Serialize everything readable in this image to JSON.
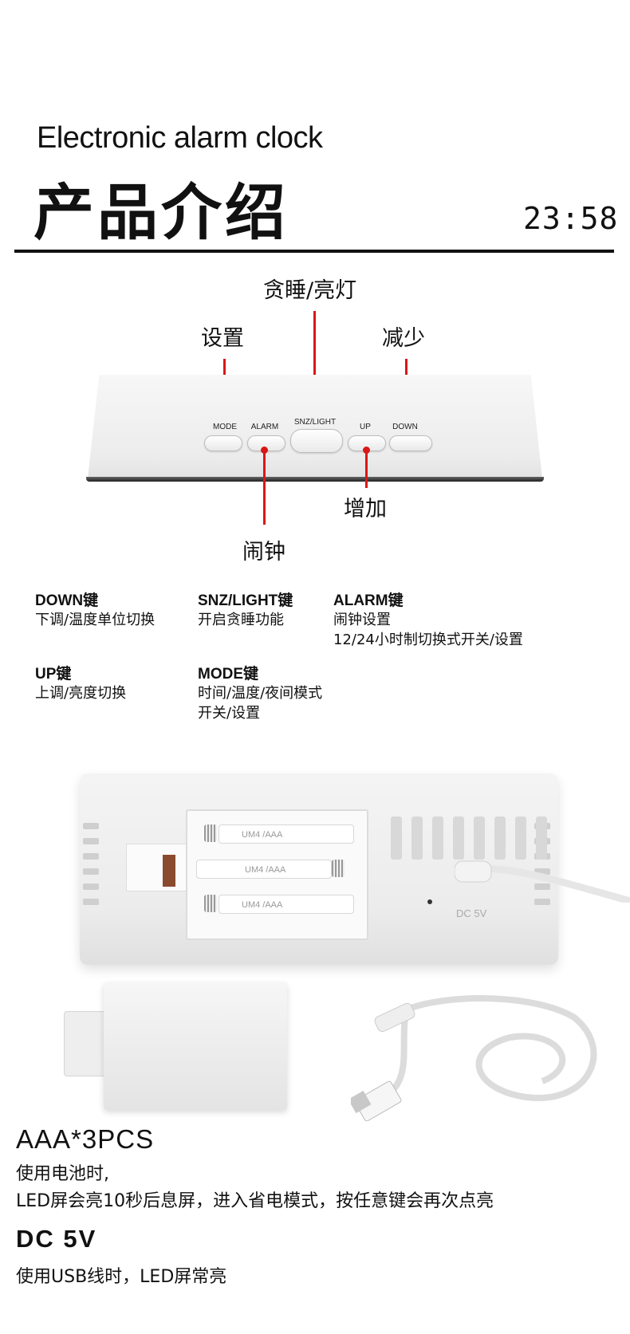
{
  "header": {
    "subtitle": "Electronic alarm clock",
    "title": "产品介绍",
    "clock_display": "23:58"
  },
  "front_panel": {
    "callouts": {
      "snooze_light": "贪睡/亮灯",
      "settings": "设置",
      "decrease": "减少",
      "increase": "增加",
      "alarm": "闹钟"
    },
    "buttons": [
      "MODE",
      "ALARM",
      "SNZ/LIGHT",
      "UP",
      "DOWN"
    ]
  },
  "descriptions": {
    "down": {
      "title": "DOWN键",
      "text": [
        "下调/温度单位切换"
      ]
    },
    "snz": {
      "title": "SNZ/LIGHT键",
      "text": [
        "开启贪睡功能"
      ]
    },
    "alarm": {
      "title": "ALARM键",
      "text": [
        "闹钟设置",
        "12/24小时制切换式开关/设置"
      ]
    },
    "up": {
      "title": "UP键",
      "text": [
        "上调/亮度切换"
      ]
    },
    "mode": {
      "title": "MODE键",
      "text": [
        "时间/温度/夜间模式",
        "开关/设置"
      ]
    }
  },
  "back_photo": {
    "battery_label": "UM4 /AAA",
    "dc_label": "DC 5V"
  },
  "power": {
    "battery_spec": "AAA*3PCS",
    "battery_line1": "使用电池时,",
    "battery_line2": "LED屏会亮10秒后息屏，进入省电模式，按任意键会再次点亮",
    "dc_spec": "DC 5V",
    "dc_line": "使用USB线时，LED屏常亮"
  },
  "colors": {
    "accent_red": "#d81818",
    "text": "#111111"
  }
}
